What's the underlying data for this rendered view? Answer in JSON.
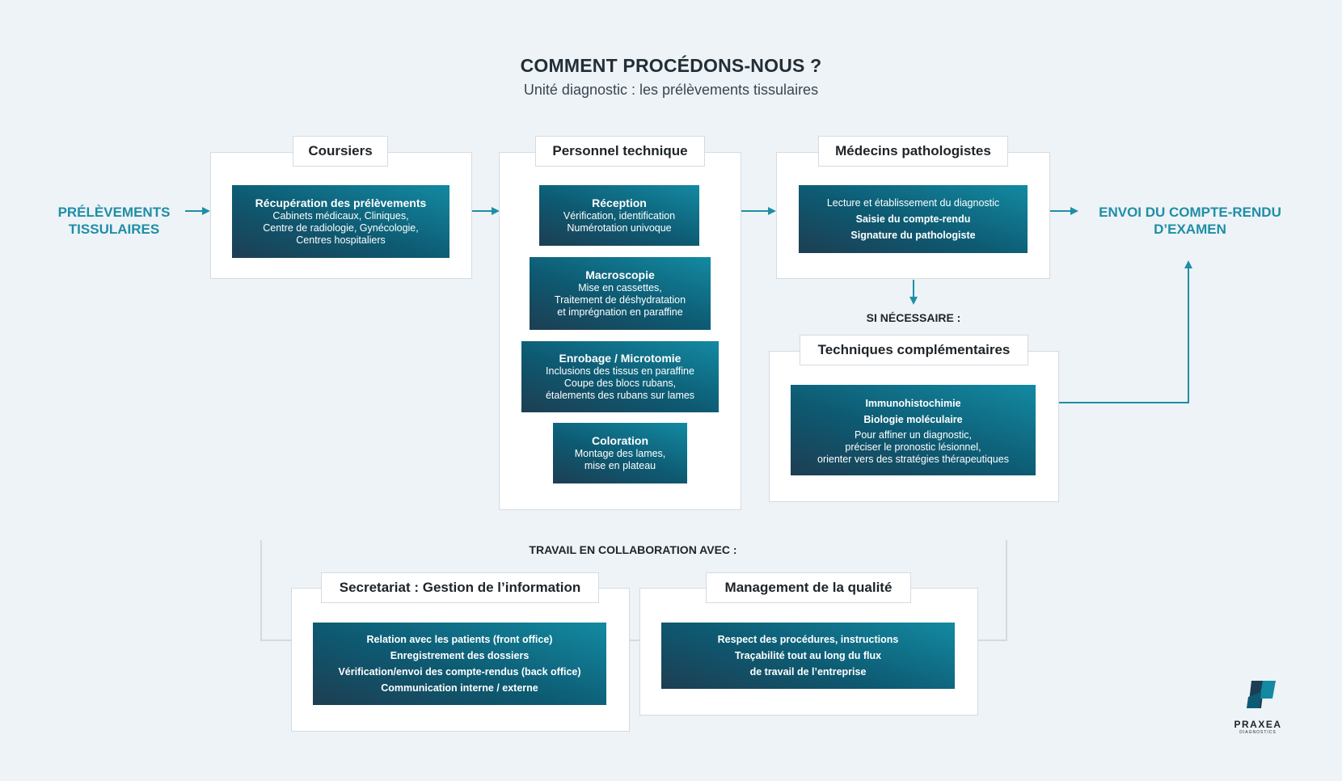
{
  "header": {
    "title": "COMMENT PROCÉDONS-NOUS ?",
    "subtitle": "Unité diagnostic : les prélèvements tissulaires"
  },
  "flow": {
    "input_label": [
      "PRÉLÈVEMENTS",
      "TISSULAIRES"
    ],
    "output_label": [
      "ENVOI DU COMPTE-RENDU",
      "D’EXAMEN"
    ],
    "if_needed_label": "SI NÉCESSAIRE :",
    "collab_label": "TRAVAIL EN COLLABORATION AVEC :"
  },
  "coursiers": {
    "tab": "Coursiers",
    "card": {
      "heading": "Récupération des prélèvements",
      "lines": [
        "Cabinets médicaux, Cliniques,",
        "Centre de radiologie, Gynécologie,",
        "Centres hospitaliers"
      ]
    }
  },
  "technique": {
    "tab": "Personnel technique",
    "cards": [
      {
        "heading": "Réception",
        "lines": [
          "Vérification, identification",
          "Numérotation univoque"
        ]
      },
      {
        "heading": "Macroscopie",
        "lines": [
          "Mise en cassettes,",
          "Traitement de déshydratation",
          "et imprégnation en paraffine"
        ]
      },
      {
        "heading": "Enrobage / Microtomie",
        "lines": [
          "Inclusions des tissus en paraffine",
          "Coupe des blocs rubans,",
          "étalements des rubans sur lames"
        ]
      },
      {
        "heading": "Coloration",
        "lines": [
          "Montage des lames,",
          "mise en plateau"
        ]
      }
    ]
  },
  "pathologistes": {
    "tab": "Médecins pathologistes",
    "card": {
      "items": [
        "Lecture et établissement du diagnostic",
        "Saisie du compte-rendu",
        "Signature du pathologiste"
      ]
    }
  },
  "complementaires": {
    "tab": "Techniques complémentaires",
    "card": {
      "items": [
        "Immunohistochimie",
        "Biologie moléculaire"
      ],
      "lines": [
        "Pour affiner un diagnostic,",
        "préciser le pronostic lésionnel,",
        "orienter vers des stratégies thérapeutiques"
      ]
    }
  },
  "secretariat": {
    "tab": "Secretariat : Gestion de l’information",
    "card": {
      "items": [
        "Relation avec les patients (front office)",
        "Enregistrement des dossiers",
        "Vérification/envoi des compte-rendus (back office)",
        "Communication interne / externe"
      ]
    }
  },
  "qualite": {
    "tab": "Management de la qualité",
    "card": {
      "items": [
        "Respect des procédures, instructions",
        "Traçabilité tout au long du flux",
        "de travail de l’entreprise"
      ]
    }
  },
  "logo": {
    "name": "PRAXEA",
    "tagline": "DIAGNOSTICS"
  },
  "colors": {
    "accent": "#1f8ea6",
    "card_dark": "#1d3e52",
    "card_light": "#138aa2",
    "background": "#eef3f7"
  }
}
